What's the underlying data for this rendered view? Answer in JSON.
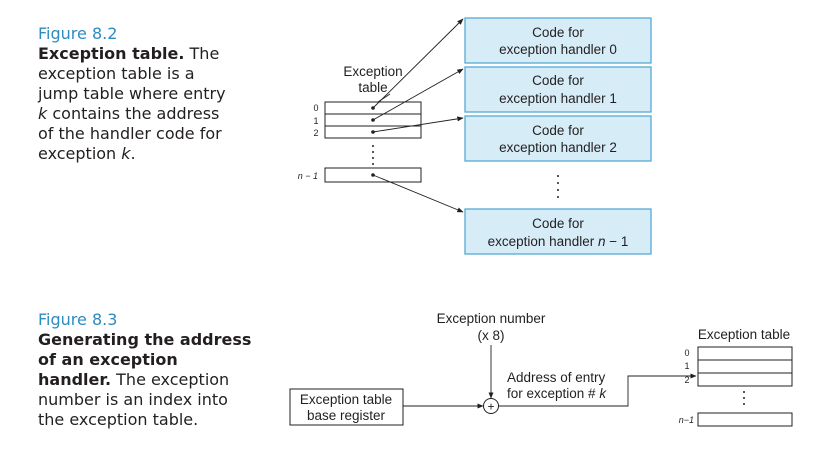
{
  "figure_8_2": {
    "label": "Figure 8.2",
    "title": "Exception table.",
    "text_before_k1": " The exception table is a jump table where entry ",
    "k": "k",
    "text_mid": " contains the address of the handler code for exception ",
    "text_end": ".",
    "table_label_line1": "Exception",
    "table_label_line2": "table",
    "indices": [
      "0",
      "1",
      "2"
    ],
    "last_index": "n − 1",
    "handlers": [
      {
        "line1": "Code for",
        "line2": "exception handler 0"
      },
      {
        "line1": "Code for",
        "line2": "exception handler 1"
      },
      {
        "line1": "Code for",
        "line2": "exception handler 2"
      }
    ],
    "last_handler": {
      "line1": "Code for",
      "line2_prefix": "exception handler ",
      "line2_var": "n",
      "line2_suffix": " − 1"
    }
  },
  "figure_8_3": {
    "label": "Figure 8.3",
    "title": "Generating the address of an exception handler.",
    "text": " The exception number is an index into the exception table.",
    "exception_number_line1": "Exception number",
    "exception_number_line2": "(x 8)",
    "base_register_line1": "Exception table",
    "base_register_line2": "base register",
    "adder_symbol": "+",
    "address_line1": "Address of entry",
    "address_line2_prefix": "for exception # ",
    "address_line2_var": "k",
    "table_title": "Exception table",
    "indices": [
      "0",
      "1",
      "2"
    ],
    "last_index": "n−1"
  }
}
